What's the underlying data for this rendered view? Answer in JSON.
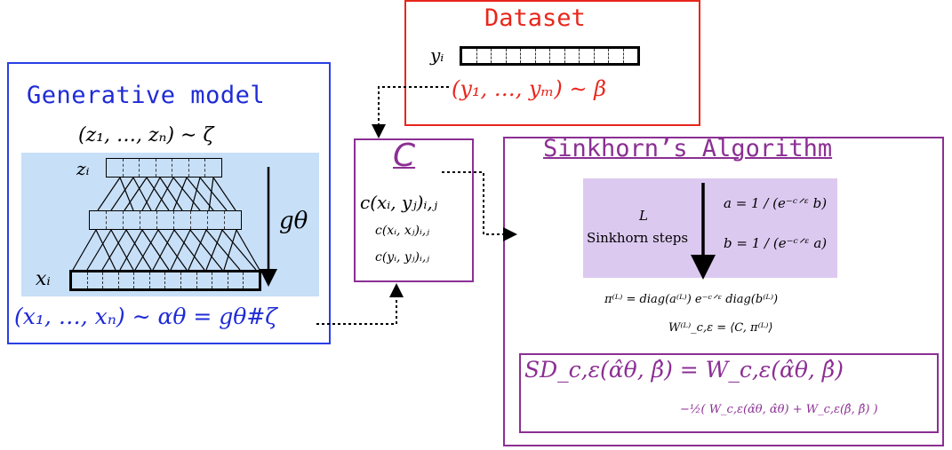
{
  "colors": {
    "generative_border": "#2a3fe6",
    "generative_title": "#1f2bd6",
    "network_bg": "#c7dff7",
    "dataset_border": "#e8261b",
    "dataset_title": "#e8261b",
    "cost_border": "#8b2f93",
    "sinkhorn_border": "#8b2f93",
    "sinkhorn_steps_bg": "#dcc9f0"
  },
  "generative_model": {
    "title": "Generative model",
    "latent_sample": "(z₁, …, zₙ) ∼ ζ",
    "latent_label": "zᵢ",
    "output_label": "xᵢ",
    "map_label": "gθ",
    "output_distribution": "(x₁, …, xₙ) ∼ αθ = gθ#ζ"
  },
  "dataset": {
    "title": "Dataset",
    "sample_label": "yᵢ",
    "distribution": "(y₁, …, yₘ) ∼ β"
  },
  "cost": {
    "title": "C",
    "main_term": "c(xᵢ, yⱼ)ᵢ,ⱼ",
    "term_xx": "c(xᵢ, xⱼ)ᵢ,ⱼ",
    "term_yy": "c(yᵢ, yⱼ)ᵢ,ⱼ"
  },
  "sinkhorn": {
    "title": "Sinkhorn’s Algorithm",
    "steps_count": "L",
    "steps_label": "Sinkhorn steps",
    "update_a": "a = 1 / (e⁻ᶜᐟᵋ b)",
    "update_b": "b = 1 / (e⁻ᶜᐟᵋ a)",
    "plan": "π⁽ᴸ⁾ = diag(a⁽ᴸ⁾) e⁻ᶜᐟᵋ diag(b⁽ᴸ⁾)",
    "wasserstein": "W⁽ᴸ⁾_c,ε = ⟨C, π⁽ᴸ⁾⟩",
    "divergence_main": "SD_c,ε(α̂θ, β̂) = W_c,ε(α̂θ, β̂)",
    "divergence_correction": "−½( W_c,ε(α̂θ, α̂θ) + W_c,ε(β̂, β̂) )"
  }
}
